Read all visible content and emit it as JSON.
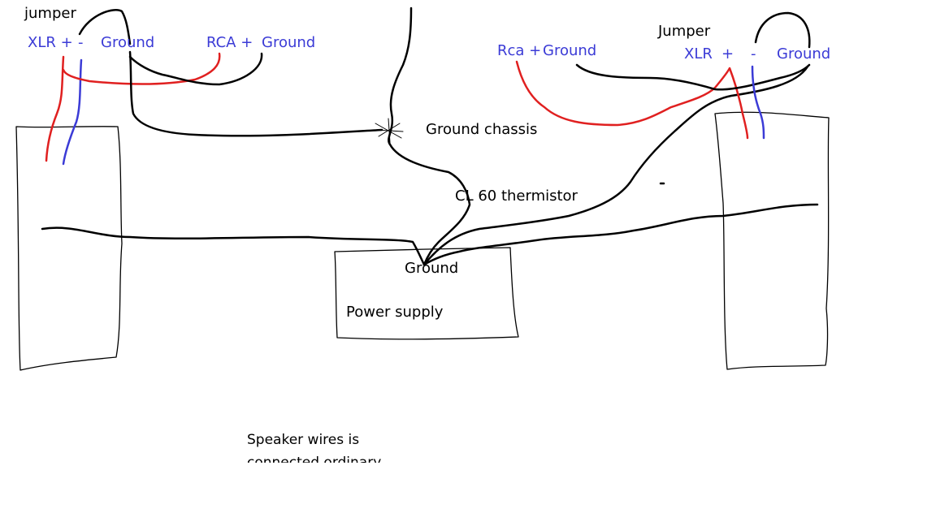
{
  "colors": {
    "wire_black": "#000000",
    "wire_red": "#e02020",
    "wire_blue": "#3b3bd6",
    "label_blue": "#3b3bd6",
    "label_black": "#000000"
  },
  "left_channel": {
    "jumper": "jumper",
    "xlr_plus": "XLR +",
    "xlr_minus": "-",
    "ground": "Ground",
    "rca_plus": "RCA +",
    "rca_ground": "Ground"
  },
  "right_channel": {
    "jumper": "Jumper",
    "xlr_plus": "XLR",
    "plus": "+",
    "xlr_minus": "-",
    "ground": "Ground",
    "rca_plus": "Rca +",
    "rca_ground": "Ground"
  },
  "ground_chassis": "Ground chassis",
  "thermistor": "CL 60 thermistor",
  "power_supply": {
    "ground": "Ground",
    "label": "Power supply"
  },
  "note": {
    "line1": "Speaker wires is",
    "line2": "connected ordinary"
  }
}
